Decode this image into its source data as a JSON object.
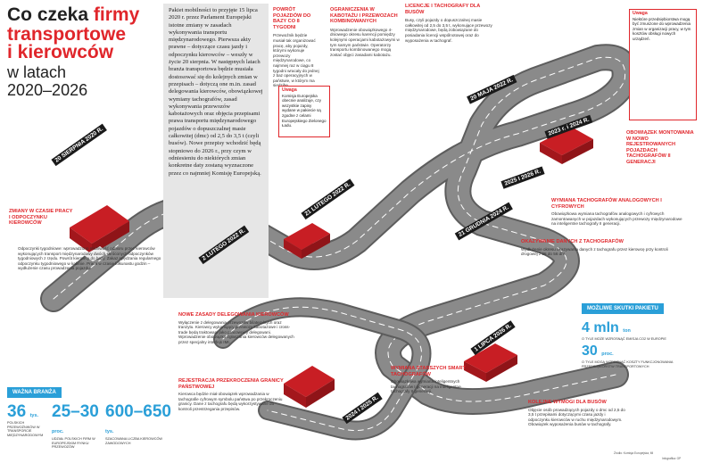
{
  "title": {
    "line1_a": "Co czeka ",
    "line1_b": "firmy",
    "line2": "transportowe",
    "line2b": "i kierowców",
    "line3": "w latach",
    "line4": "2020–2026"
  },
  "intro_text": "Pakiet mobilności to przyjęte 15 lipca 2020 r. przez Parlament Europejski istotne zmiany w zasadach wykonywania transportu międzynarodowego. Pierwsza akty prawne – dotyczące czasu jazdy i odpoczynku kierowców – weszły w życie 20 sierpnia. W następnych latach branża transportowa będzie musiała dostosować się do kolejnych zmian w przepisach – dotyczą one m.in. zasad delegowania kierowców, obowiązkowej wymiany tachografów, zasad wykonywania przewozów kabotażowych oraz objęcia przepisami prawa transportu międzynarodowego pojazdów o dopuszczalnej masie całkowitej (dmc) od 2,5 do 3,5 t (czyli busów). Nowe przepisy wchodzić będą stopniowo do 2026 r., przy czym w odniesieniu do niektórych zmian konkretne daty zostaną wyznaczone przez co najmniej Komisję Europejską.",
  "dates": {
    "d1": "20 SIERPNIA 2020 R.",
    "d2": "2 LUTEGO 2022 R.",
    "d3": "21 LUTEGO 2022 R.",
    "d4": "20 MAJA 2022 R.",
    "d5": "2023 r. i 2024 R.",
    "d6": "2025 I 2026 R.",
    "d7": "21 GRUDNIA 2024 R.",
    "d8": "1 LIPCA 2026 R.",
    "d9": "2024 I 2025 R."
  },
  "sections": {
    "s1_title": "Zmiany w czasie pracy i odpoczynku kierowców",
    "s1_body": "Odpoczynki tygodniowe: wprowadzono możliwość odbioru przez kierowców wykonujących transport międzynarodowy dwóch skróconych odpoczynków tygodniowych z rzędu. Powrót kierowcy do bazy. Zakaz spędzania regularnego odpoczynku tygodniowego w kabinie. Praca w czasie kilkunastu godzin – wydłużenie czasu prowadzenia pojazdu.",
    "s2_title": "Powrót pojazdów do bazy co 8 tygodni",
    "s2_body": "Przewoźnik będzie musiał tak organizować pracę, aby pojazdy, którymi wykonuje przewozy międzynarodowe, co najmniej raz w ciągu 8 tygodni wracały do jednej z baz operacyjnych w państwie, w którym ma siedzibę.",
    "s3_title": "Ograniczenia w kabotażu i przewozach kombinowanych",
    "s3_body": "Wprowadzenie obowiązkowego 4-dniowego okresu karencji pomiędzy kolejnymi operacjami kabotażowymi w tym samym państwie. Operatorzy transportu kombinowanego mogą zostać objęci zasadami kabotażu.",
    "s4_title": "Licencje i tachografy dla busów",
    "s4_body": "Busy, czyli pojazdy o dopuszczalnej masie całkowitej od 2,5 do 3,5 t, wykonujące przewozy międzynarodowe, będą zobowiązane do posiadania licencji wspólnotowej oraz do wyposażenia w tachograf.",
    "s5_title": "Obowiązek montowania w nowo rejestrowanych pojazdach tachografów II generacji",
    "s6_title": "Wymiana tachografów analogowych i cyfrowych",
    "s6_body": "Obowiązkowa wymiana tachografów analogowych i cyfrowych zamontowanych w pojazdach wykonujących przewozy międzynarodowe na inteligentne tachografy II generacji.",
    "s7_title": "Okazywanie danych z tachografów",
    "s7_body": "Wydłużenie okresu okazywania danych z tachografu przez kierowcę przy kontroli drogowej z 28 do 56 dni.",
    "s8_title": "Nowe zasady delegowania kierowców",
    "s8_body": "Wyłączenie z delegowania przewozów bilateralnych oraz tranzytu. Kierowcy wykonujący przewozy kabotażowe i cross-trade będą traktowani jako pracownicy delegowani. Wprowadzenie obowiązku zgłaszania kierowców delegowanych przez specjalny interfejs IMI.",
    "s9_title": "Rejestracja przekroczenia granicy państwowej",
    "s9_body": "Kierowca będzie miał obowiązek wprowadzania w tachografie cyfrowym symbolu państwa po przekroczeniu granicy. Dane z tachografu będą wykorzystywane do kontroli przestrzegania przepisów.",
    "s10_title": "Wymiana starszych smart tachografów",
    "s10_body": "Obowiązkowa wymiana inteligentnych tachografów I generacji na inteligentne tachografy II generacji.",
    "s11_title": "Kolejne wymogi dla busów",
    "s11_body": "Objęcie osób prowadzących pojazdy o dmc od 2,5 do 3,5 t przepisami dotyczącymi czasu jazdy i odpoczynku kierowców w ruchu międzynarodowym. Obowiązek wyposażenia busów w tachografy."
  },
  "warnings": {
    "w1_title": "Uwaga",
    "w1_body": "Komisja Europejska obecnie analizuje, czy wszystkie zapisy wydane w pakiecie są zgodne z celami Europejskiego Zielonego Ładu.",
    "w2_title": "Uwaga",
    "w2_body": "Niektóre przedsiębiorstwa mogą być zmuszone do wprowadzenia zmian w organizacji pracy, w tym kosztów obsługi nowych urządzeń."
  },
  "industry": {
    "title": "Ważna branża",
    "stats": [
      {
        "num": "36",
        "unit": "tys.",
        "desc": "polskich przewoźników w transporcie międzynarodowym"
      },
      {
        "num": "25–30",
        "unit": "proc.",
        "desc": "udział polskich firm w europejskim rynku przewozów"
      },
      {
        "num": "600–650",
        "unit": "tys.",
        "desc": "szacowana liczba kierowców zawodowych"
      }
    ]
  },
  "effects": {
    "title": "Możliwe skutki pakietu",
    "e1_num": "4 mln",
    "e1_unit": "ton",
    "e1_desc": "o tyle może wzrosnąć emisja CO2 w Europie",
    "e2_num": "30",
    "e2_unit": "proc.",
    "e2_desc": "o tyle mogą wzrosnąć koszty funkcjonowania przedsiębiorstw transportowych"
  },
  "footer": {
    "source": "Źródło: Komisja Europejska, MI",
    "credit": "Infografika: GP"
  },
  "colors": {
    "red": "#e0262b",
    "blue": "#2a9fd8",
    "road": "#7e7e7e",
    "roadEdge": "#5d5d5d"
  }
}
